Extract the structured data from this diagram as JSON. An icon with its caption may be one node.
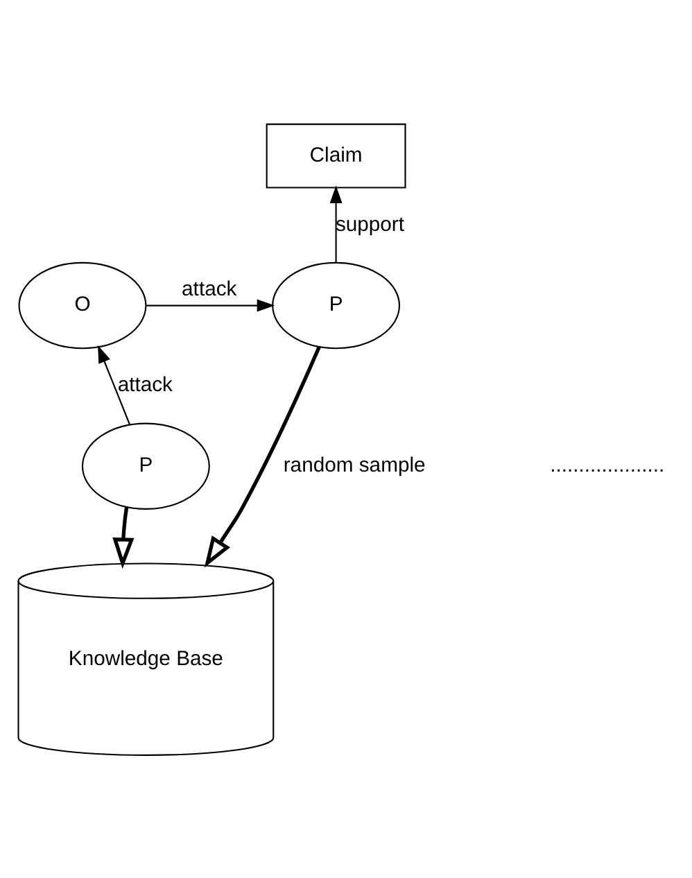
{
  "diagram": {
    "nodes": [
      {
        "text": [
          "Claim"
        ]
      },
      {
        "text": [
          "P"
        ]
      },
      {
        "text": [
          "O"
        ]
      },
      {
        "text": [
          "P"
        ]
      },
      {
        "text": [
          "Knowledge Base"
        ]
      }
    ],
    "edges": [
      {
        "from": 1,
        "to": 0,
        "arrow": "to",
        "label": "support"
      },
      {
        "from": 2,
        "to": 1,
        "arrow": "to",
        "label": "attack"
      },
      {
        "from": 3,
        "to": 2,
        "arrow": "to",
        "label": "attack"
      },
      {
        "from": 1,
        "to": 4,
        "arrow": "to",
        "label": "random sample",
        "style": "thick"
      },
      {
        "from": 3,
        "to": 4,
        "arrow": "to",
        "style": "thick"
      }
    ],
    "labels": [
      "...................."
    ]
  }
}
